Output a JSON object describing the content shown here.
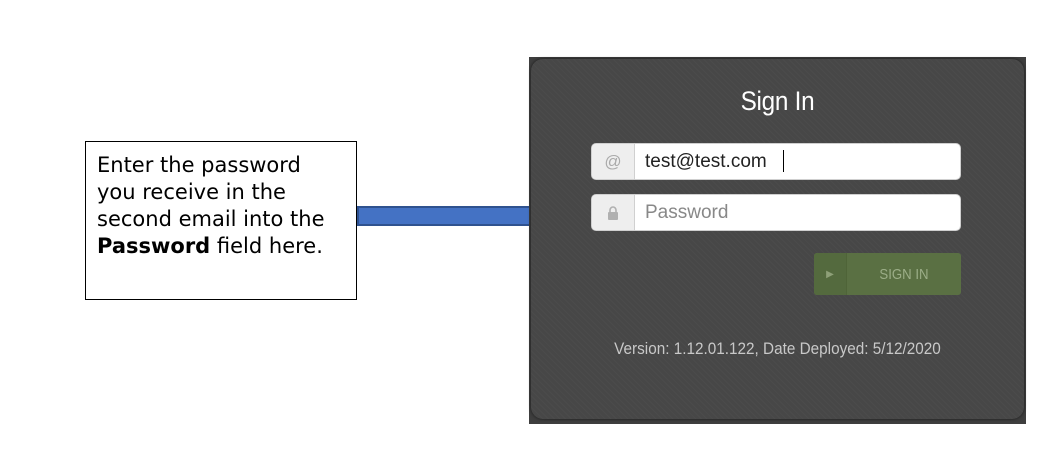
{
  "callout": {
    "line1": "Enter the password",
    "line2": "you receive in the",
    "line3": "second email into the",
    "line4_bold": "Password",
    "line4_rest": " field here."
  },
  "signin": {
    "title": "Sign In",
    "email_addon": "@",
    "email_value": "test@test.com",
    "password_placeholder": "Password",
    "button_label": "SIGN IN",
    "version_text": "Version: 1.12.01.122, Date Deployed: 5/12/2020"
  },
  "icons": {
    "email": "at-icon",
    "password": "lock-icon",
    "button": "play-icon"
  },
  "colors": {
    "panel_background": "#474747",
    "button_background": "#5a7043",
    "arrow_fill": "#4472c4",
    "arrow_stroke": "#2f528f"
  }
}
